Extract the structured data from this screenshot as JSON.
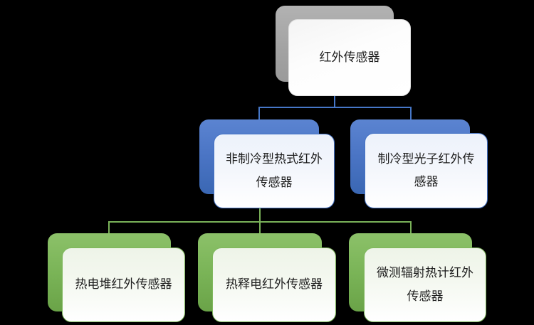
{
  "diagram": {
    "type": "hierarchy-org-chart",
    "background_color": "#000000",
    "accent_colors": {
      "root_shadow": "#a6a6a6",
      "level2": "#4472c4",
      "level3": "#70ad47"
    },
    "connector_colors": {
      "level1_to_2": "#4677c8",
      "level2_to_3": "#7ab259"
    },
    "nodes": {
      "root": {
        "label": "红外传感器"
      },
      "level2_left": {
        "label": "非制冷型热式红外\n传感器"
      },
      "level2_right": {
        "label": "制冷型光子红外传\n感器"
      },
      "level3_left": {
        "label": "热电堆红外传感器"
      },
      "level3_middle": {
        "label": "热释电红外传感器"
      },
      "level3_right": {
        "label": "微测辐射热计红外\n传感器"
      }
    },
    "edges": [
      {
        "from": "root",
        "to": "level2_left"
      },
      {
        "from": "root",
        "to": "level2_right"
      },
      {
        "from": "level2_left",
        "to": "level3_left"
      },
      {
        "from": "level2_left",
        "to": "level3_middle"
      },
      {
        "from": "level2_left",
        "to": "level3_right"
      }
    ]
  }
}
